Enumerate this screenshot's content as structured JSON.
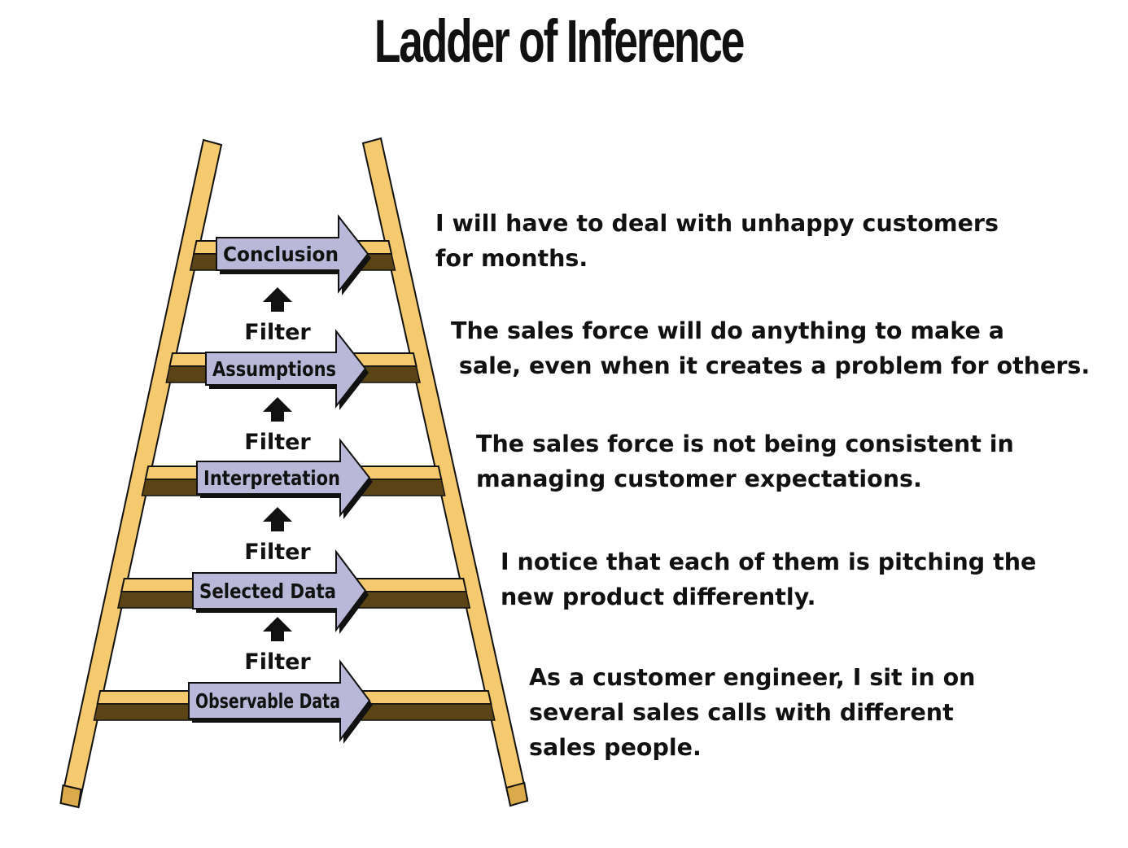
{
  "title": "Ladder of Inference",
  "colors": {
    "rail": "#f5c96e",
    "rail_side": "#d9a94a",
    "rung_shadow": "#5a4416",
    "arrow_fill": "#b9b8d8",
    "outline": "#111111"
  },
  "steps": [
    {
      "label": "Conclusion",
      "description": [
        "I will have to deal with unhappy customers",
        "for months."
      ]
    },
    {
      "label": "Assumptions",
      "description": [
        "The sales force will do anything to make a",
        " sale, even when it creates a problem for others."
      ]
    },
    {
      "label": "Interpretation",
      "description": [
        "The sales force is not being consistent in",
        "managing customer expectations."
      ]
    },
    {
      "label": "Selected Data",
      "description": [
        "I notice that each of them is pitching the",
        "new product differently."
      ]
    },
    {
      "label": "Observable Data",
      "description": [
        "As a customer engineer, I sit in on",
        "several sales calls with different",
        "sales people."
      ]
    }
  ],
  "filters": [
    "Filter",
    "Filter",
    "Filter",
    "Filter"
  ]
}
